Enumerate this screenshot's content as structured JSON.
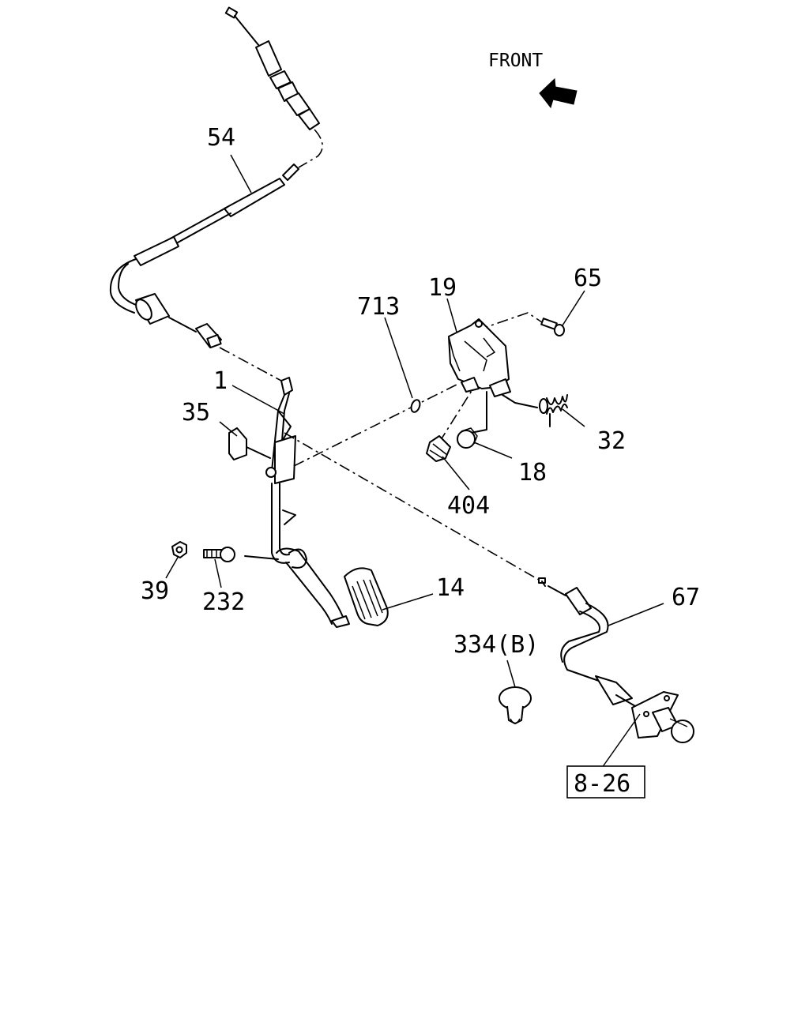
{
  "orientation": {
    "label": "FRONT"
  },
  "callouts": [
    {
      "id": "p54",
      "number": "54"
    },
    {
      "id": "p713",
      "number": "713"
    },
    {
      "id": "p19",
      "number": "19"
    },
    {
      "id": "p65",
      "number": "65"
    },
    {
      "id": "p1",
      "number": "1"
    },
    {
      "id": "p35",
      "number": "35"
    },
    {
      "id": "p32",
      "number": "32"
    },
    {
      "id": "p18",
      "number": "18"
    },
    {
      "id": "p404",
      "number": "404"
    },
    {
      "id": "p39",
      "number": "39"
    },
    {
      "id": "p232",
      "number": "232"
    },
    {
      "id": "p14",
      "number": "14"
    },
    {
      "id": "p67",
      "number": "67"
    },
    {
      "id": "p334",
      "number": "334(B)"
    }
  ],
  "reference_box": {
    "label": "8-26"
  }
}
